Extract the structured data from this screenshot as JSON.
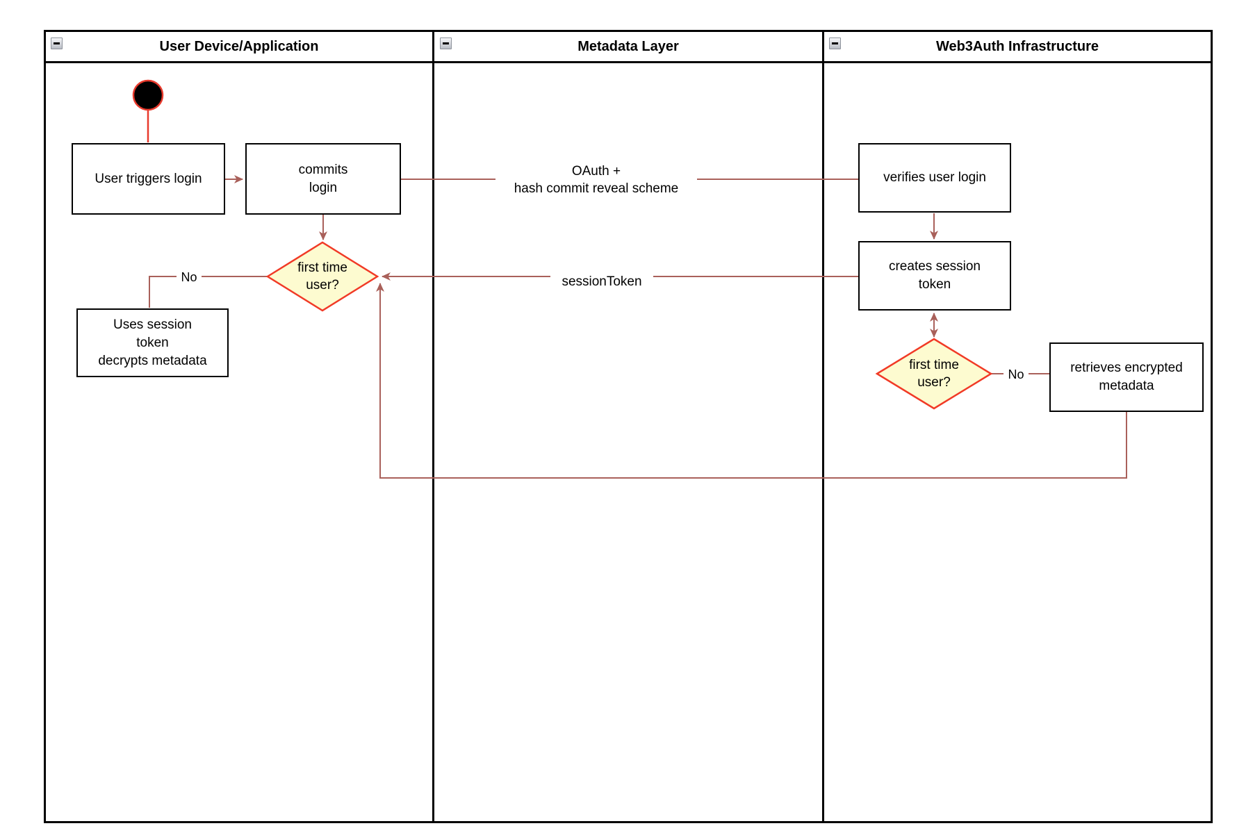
{
  "diagram": {
    "lanes": [
      {
        "title": "User Device/Application"
      },
      {
        "title": "Metadata Layer"
      },
      {
        "title": "Web3Auth Infrastructure"
      }
    ],
    "nodes": {
      "user_triggers_login": {
        "label": "User triggers login"
      },
      "commits_login": {
        "label": "commits\nlogin"
      },
      "decision_device": {
        "label": "first time\nuser?"
      },
      "uses_session_token": {
        "label": "Uses session\ntoken\ndecrypts metadata"
      },
      "verifies_user_login": {
        "label": "verifies user login"
      },
      "creates_session_token": {
        "label": "creates session\ntoken"
      },
      "decision_infra": {
        "label": "first time\nuser?"
      },
      "retrieves_encrypted_metadata": {
        "label": "retrieves encrypted\nmetadata"
      }
    },
    "edge_labels": {
      "oauth": "OAuth +\nhash commit reveal scheme",
      "session_token": "sessionToken",
      "no_device": "No",
      "no_infra": "No"
    },
    "colors": {
      "connector": "#a9605a",
      "start_accent": "#e83a2d",
      "decision_stroke": "#f13a26",
      "decision_fill": "#fdfbd0",
      "node_border": "#000000"
    }
  }
}
